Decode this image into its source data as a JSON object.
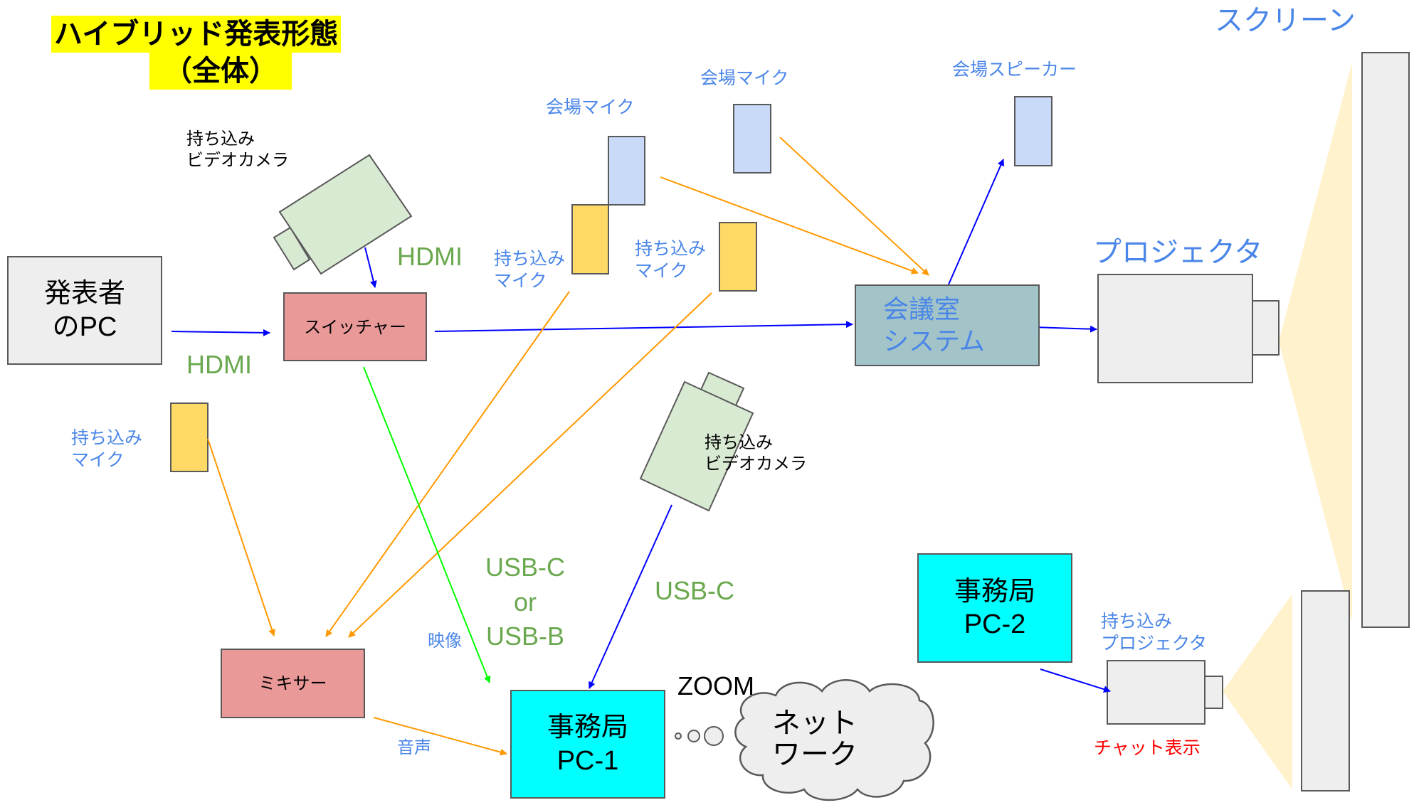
{
  "title": {
    "line1": "ハイブリッド発表形態",
    "line2": "（全体）"
  },
  "nodes": {
    "presenter_pc": {
      "line1": "発表者",
      "line2": "のPC"
    },
    "switcher": "スイッチャー",
    "mixer": "ミキサー",
    "conference_system": {
      "line1": "会議室",
      "line2": "システム"
    },
    "office_pc1": {
      "line1": "事務局",
      "line2": "PC-1"
    },
    "office_pc2": {
      "line1": "事務局",
      "line2": "PC-2"
    },
    "network": {
      "line1": "ネット",
      "line2": "ワーク"
    }
  },
  "labels": {
    "camera1": {
      "line1": "持ち込み",
      "line2": "ビデオカメラ"
    },
    "camera2": {
      "line1": "持ち込み",
      "line2": "ビデオカメラ"
    },
    "venue_mic1": "会場マイク",
    "venue_mic2": "会場マイク",
    "venue_speaker": "会場スピーカー",
    "byo_mic1": {
      "line1": "持ち込み",
      "line2": "マイク"
    },
    "byo_mic2": {
      "line1": "持ち込み",
      "line2": "マイク"
    },
    "byo_mic3": {
      "line1": "持ち込み",
      "line2": "マイク"
    },
    "projector": "プロジェクタ",
    "screen": "スクリーン",
    "byo_projector": {
      "line1": "持ち込み",
      "line2": "プロジェクタ"
    },
    "chat_display": "チャット表示",
    "zoom": "ZOOM"
  },
  "connections": {
    "hdmi_pc": "HDMI",
    "hdmi_camera": "HDMI",
    "usb_c_or_b": {
      "line1": "USB-C",
      "line2": "or",
      "line3": "USB-B"
    },
    "usb_c": "USB-C",
    "video": "映像",
    "audio": "音声"
  },
  "colors": {
    "video_line": "#0000ff",
    "audio_line": "#ff9900",
    "capture_line": "#00ff00",
    "pc_fill": "#00ffff",
    "switcher_fill": "#ea9999",
    "conference_fill": "#a2c4c9",
    "camera_fill": "#d9ead3",
    "venue_mic_fill": "#c9daf8",
    "byo_mic_fill": "#ffd966",
    "beam_fill": "#fff2cc"
  }
}
